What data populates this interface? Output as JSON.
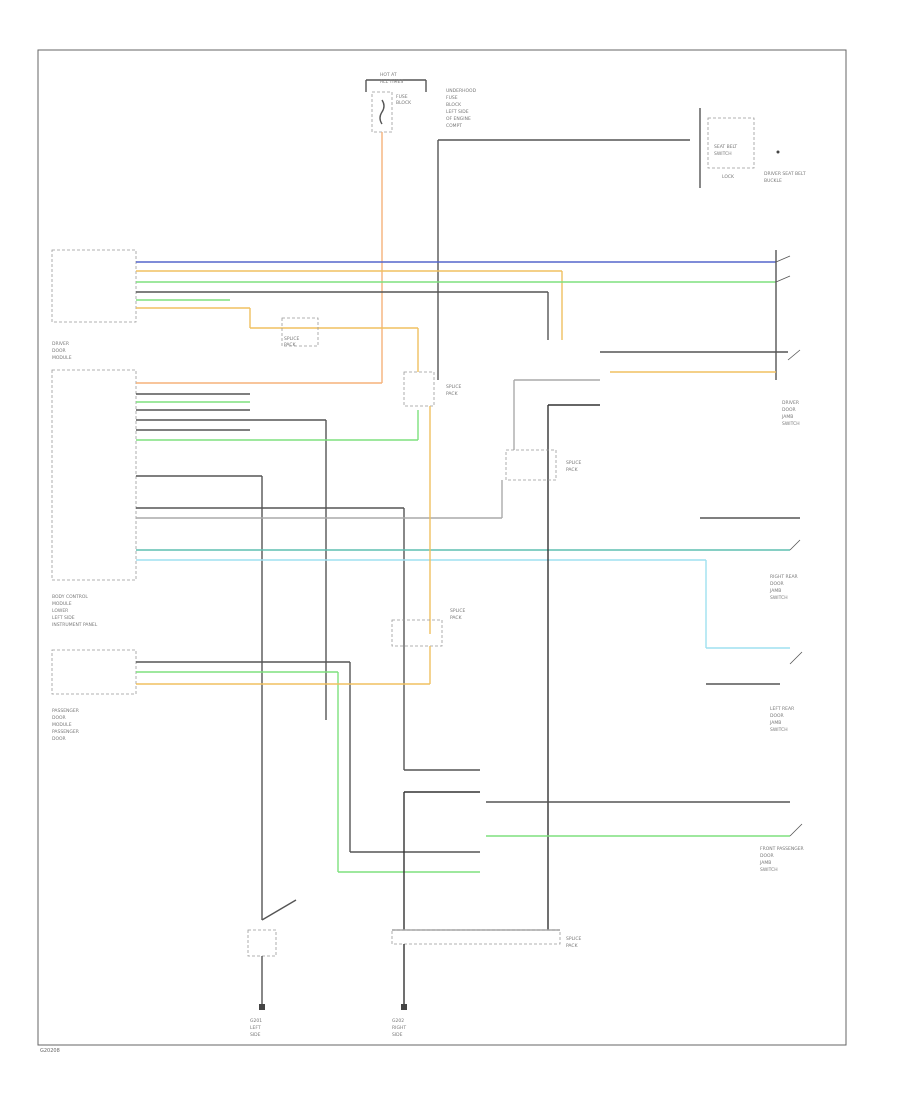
{
  "footer": {
    "code": "G20208"
  },
  "components": {
    "top_fuse": [
      "HOT AT",
      "ALL TIMES",
      "FUSE",
      "BLOCK"
    ],
    "underhood": [
      "UNDERHOOD",
      "FUSE",
      "BLOCK",
      "LEFT SIDE",
      "OF ENGINE",
      "COMPT"
    ],
    "seatbelt": [
      "SEAT BELT",
      "SWITCH",
      "LOCK",
      "DRIVER SEAT BELT",
      "BUCKLE"
    ],
    "driver_switch": [
      "DRIVER",
      "DOOR",
      "JAMB",
      "SWITCH"
    ],
    "driver_module": [
      "DRIVER",
      "DOOR",
      "MODULE"
    ],
    "body_control": [
      "BODY CONTROL",
      "MODULE",
      "LOWER",
      "LEFT SIDE",
      "INSTRUMENT PANEL"
    ],
    "pass_module": [
      "PASSENGER",
      "DOOR",
      "MODULE",
      "PASSENGER",
      "DOOR"
    ],
    "right_rear": [
      "RIGHT REAR",
      "DOOR",
      "JAMB",
      "SWITCH"
    ],
    "left_rear": [
      "LEFT REAR",
      "DOOR",
      "JAMB",
      "SWITCH"
    ],
    "front_pass": [
      "FRONT PASSENGER",
      "DOOR",
      "JAMB",
      "SWITCH"
    ],
    "splice_a": [
      "SPLICE",
      "PACK"
    ],
    "splice_b": [
      "SPLICE",
      "PACK"
    ],
    "splice_c": [
      "SPLICE",
      "PACK"
    ],
    "splice_d": [
      "SPLICE",
      "PACK"
    ],
    "splice_e": [
      "SPLICE",
      "PACK"
    ],
    "gnd_left": [
      "G201",
      "LEFT",
      "SIDE"
    ],
    "gnd_right": [
      "G202",
      "RIGHT",
      "SIDE"
    ]
  },
  "wire_colors": {
    "blue": "#5566cc",
    "orange": "#f5b27a",
    "yellow": "#f0c060",
    "green": "#7ee07e",
    "teal": "#5fbfb0",
    "cyan": "#9fe0f0",
    "gray": "#555555"
  }
}
